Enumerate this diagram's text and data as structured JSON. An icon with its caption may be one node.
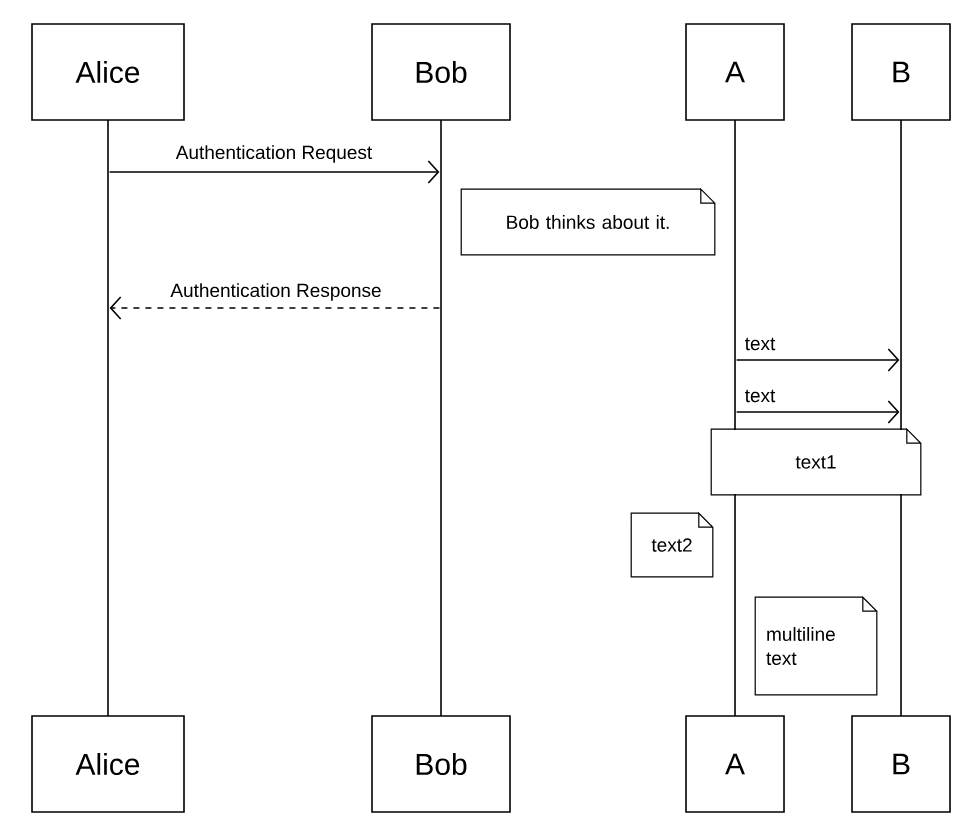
{
  "diagram": {
    "nodes": [
      {
        "text": [
          "Alice"
        ]
      },
      {
        "text": [
          "Bob"
        ]
      },
      {
        "text": [
          "A"
        ]
      },
      {
        "text": [
          "B"
        ]
      },
      {
        "text": [],
        "shape": "line"
      },
      {
        "text": [],
        "shape": "line"
      },
      {
        "text": [],
        "shape": "line"
      },
      {
        "text": [],
        "shape": "line"
      },
      {
        "text": [
          "Alice"
        ]
      },
      {
        "text": [
          "Bob"
        ]
      },
      {
        "text": [
          "A"
        ]
      },
      {
        "text": [
          "B"
        ]
      },
      {
        "text": [
          "Bob thinks about it."
        ]
      },
      {
        "text": [
          "text1"
        ]
      },
      {
        "text": [
          "text2"
        ]
      },
      {
        "text": [
          "multiline text"
        ]
      }
    ],
    "edges": [
      {
        "from": 4,
        "to": 5,
        "arrow": "to",
        "label": "Authentication Request"
      },
      {
        "from": 5,
        "to": 4,
        "arrow": "to",
        "style": "dashed",
        "label": "Authentication Response"
      },
      {
        "from": 6,
        "to": 7,
        "arrow": "to",
        "label": "text"
      },
      {
        "from": 6,
        "to": 7,
        "arrow": "to",
        "label": "text"
      }
    ]
  }
}
